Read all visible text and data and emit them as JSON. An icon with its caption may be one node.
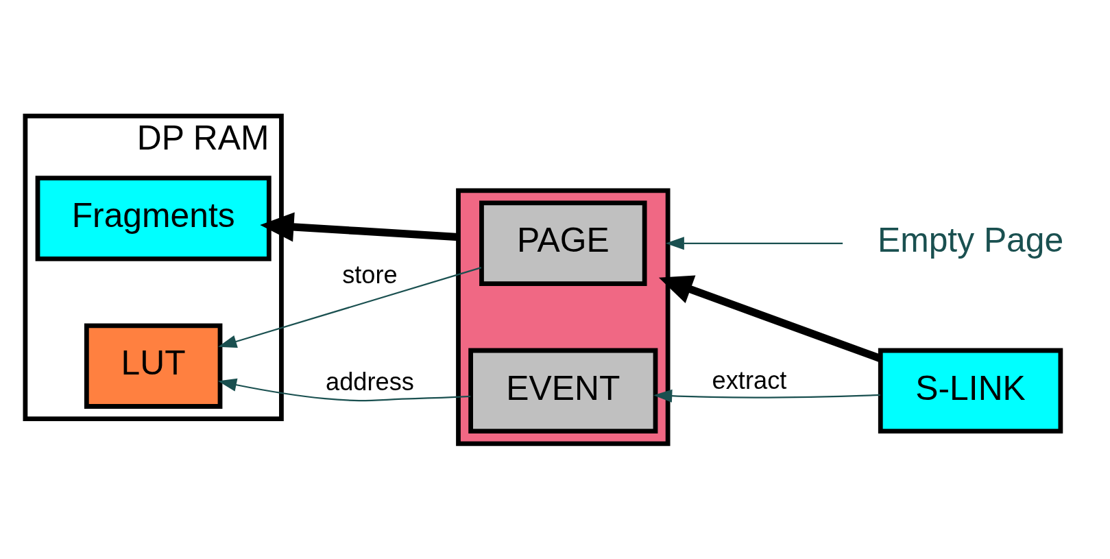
{
  "diagram": {
    "nodes": [
      {
        "text": [
          "DP RAM"
        ]
      },
      {
        "text": [
          "Fragments"
        ],
        "in": 0
      },
      {
        "text": [
          "LUT"
        ],
        "in": 0
      },
      {
        "text": [
          "Empty Page"
        ]
      },
      {
        "text": [],
        "shape": "box"
      },
      {
        "text": [
          "PAGE"
        ],
        "in": 4
      },
      {
        "text": [
          "EVENT"
        ],
        "in": 4
      },
      {
        "text": [
          "S-LINK"
        ]
      }
    ],
    "edges": [
      {
        "from": 3,
        "to": 4,
        "arrow": "to"
      },
      {
        "from": 4,
        "to": 1,
        "arrow": "to",
        "style": "thick",
        "color": "#000000"
      },
      {
        "from": 7,
        "to": 4,
        "arrow": "to",
        "style": "thick",
        "color": "#000000"
      },
      {
        "from": 5,
        "to": 2,
        "arrow": "to",
        "label": "store"
      },
      {
        "from": 6,
        "to": 2,
        "arrow": "to",
        "label": "address"
      },
      {
        "from": 7,
        "to": 6,
        "arrow": "to",
        "label": "extract"
      }
    ]
  }
}
